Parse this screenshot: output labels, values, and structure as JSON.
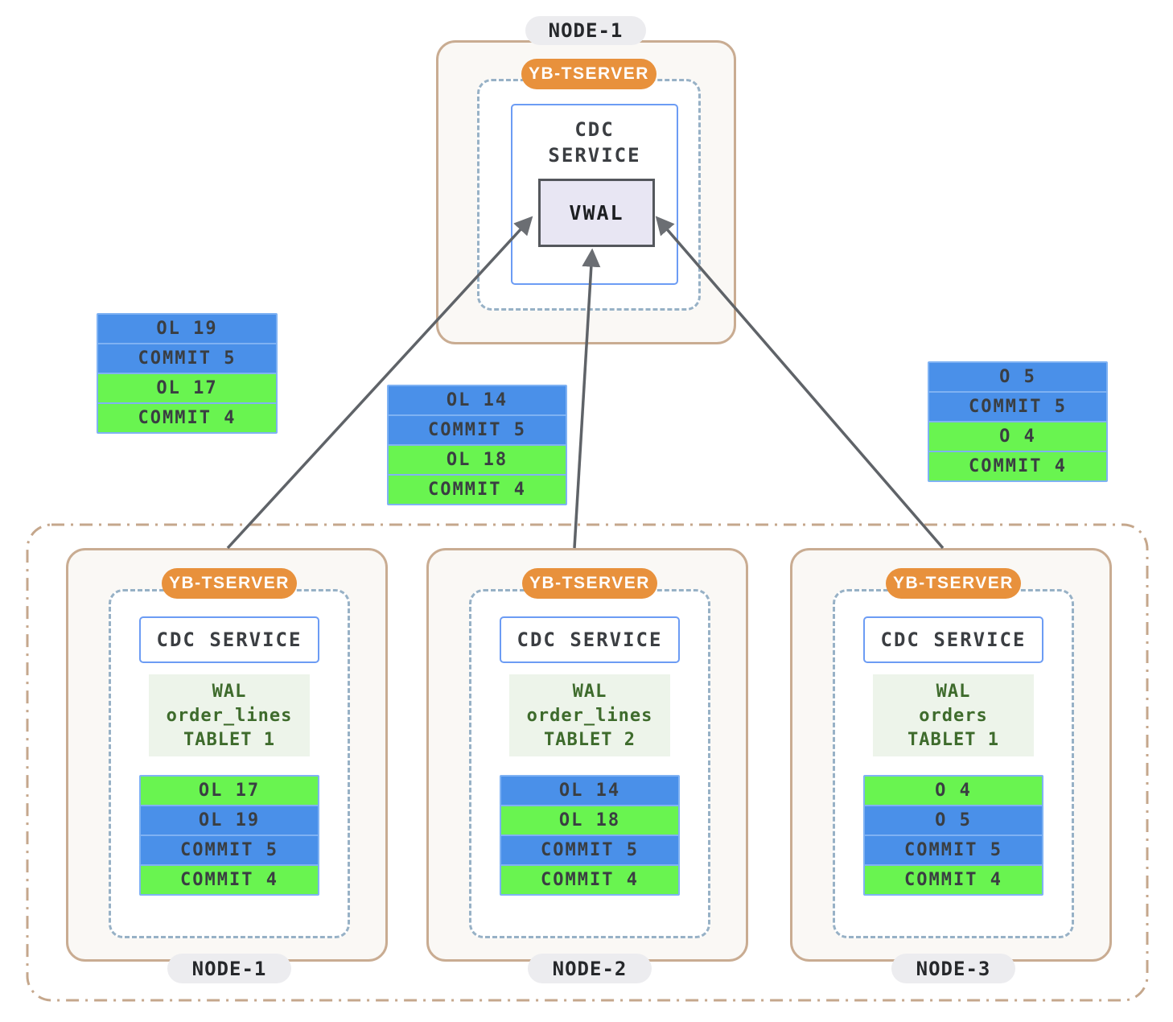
{
  "colors": {
    "bar_blue": "#4A90E9",
    "bar_green": "#69F450",
    "bar_border": "#7FB2F3",
    "tserver_orange": "#E8913C",
    "node_border": "#C9AC92",
    "dashed_border": "#97B1C6",
    "cdc_border": "#6C9CF4",
    "vwal_bg": "#E8E6F3",
    "wal_bg": "#EDF4EA",
    "wal_text": "#3E6B2C",
    "cluster_border": "#C5A78C",
    "arrow": "#5F6368"
  },
  "top_node": {
    "label": "NODE-1",
    "tserver_label": "YB-TSERVER",
    "cdc_label": "CDC SERVICE",
    "vwal_label": "VWAL"
  },
  "floating_stacks": {
    "left": {
      "bars": [
        {
          "label": "OL 19",
          "color": "blue"
        },
        {
          "label": "COMMIT 5",
          "color": "blue"
        },
        {
          "label": "OL 17",
          "color": "green"
        },
        {
          "label": "COMMIT 4",
          "color": "green"
        }
      ]
    },
    "middle": {
      "bars": [
        {
          "label": "OL 14",
          "color": "blue"
        },
        {
          "label": "COMMIT 5",
          "color": "blue"
        },
        {
          "label": "OL 18",
          "color": "green"
        },
        {
          "label": "COMMIT 4",
          "color": "green"
        }
      ]
    },
    "right": {
      "bars": [
        {
          "label": "O 5",
          "color": "blue"
        },
        {
          "label": "COMMIT 5",
          "color": "blue"
        },
        {
          "label": "O 4",
          "color": "green"
        },
        {
          "label": "COMMIT 4",
          "color": "green"
        }
      ]
    }
  },
  "cluster": {
    "nodes": [
      {
        "label": "NODE-1",
        "tserver_label": "YB-TSERVER",
        "cdc_label": "CDC SERVICE",
        "wal": [
          "WAL",
          "order_lines",
          "TABLET 1"
        ],
        "bars": [
          {
            "label": "OL 17",
            "color": "green"
          },
          {
            "label": "OL 19",
            "color": "blue"
          },
          {
            "label": "COMMIT 5",
            "color": "blue"
          },
          {
            "label": "COMMIT 4",
            "color": "green"
          }
        ]
      },
      {
        "label": "NODE-2",
        "tserver_label": "YB-TSERVER",
        "cdc_label": "CDC SERVICE",
        "wal": [
          "WAL",
          "order_lines",
          "TABLET 2"
        ],
        "bars": [
          {
            "label": "OL 14",
            "color": "blue"
          },
          {
            "label": "OL 18",
            "color": "green"
          },
          {
            "label": "COMMIT 5",
            "color": "blue"
          },
          {
            "label": "COMMIT 4",
            "color": "green"
          }
        ]
      },
      {
        "label": "NODE-3",
        "tserver_label": "YB-TSERVER",
        "cdc_label": "CDC SERVICE",
        "wal": [
          "WAL",
          "orders",
          "TABLET 1"
        ],
        "bars": [
          {
            "label": "O 4",
            "color": "green"
          },
          {
            "label": "O 5",
            "color": "blue"
          },
          {
            "label": "COMMIT 5",
            "color": "blue"
          },
          {
            "label": "COMMIT 4",
            "color": "green"
          }
        ]
      }
    ]
  }
}
